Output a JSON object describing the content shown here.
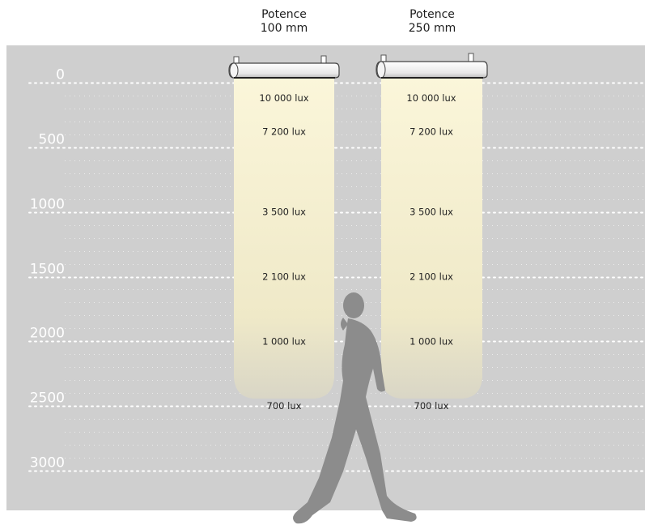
{
  "columns": [
    {
      "header_line1": "Potence",
      "header_line2": "100 mm",
      "lux_values": [
        "10 000 lux",
        "7 200 lux",
        "3 500 lux",
        "2 100 lux",
        "1 000 lux",
        "700 lux"
      ]
    },
    {
      "header_line1": "Potence",
      "header_line2": "250 mm",
      "lux_values": [
        "10 000 lux",
        "7 200 lux",
        "3 500 lux",
        "2 100 lux",
        "1 000 lux",
        "700 lux"
      ]
    }
  ],
  "distance_ticks": [
    "0",
    "500",
    "1000",
    "1500",
    "2000",
    "2500",
    "3000"
  ],
  "lux_distances": [
    120,
    380,
    1000,
    1500,
    2000,
    2500
  ],
  "colors": {
    "background": "#cfcfcf",
    "light_beam": "#f7f1cc",
    "person": "#8c8c8c",
    "dots": "#ffffff"
  }
}
